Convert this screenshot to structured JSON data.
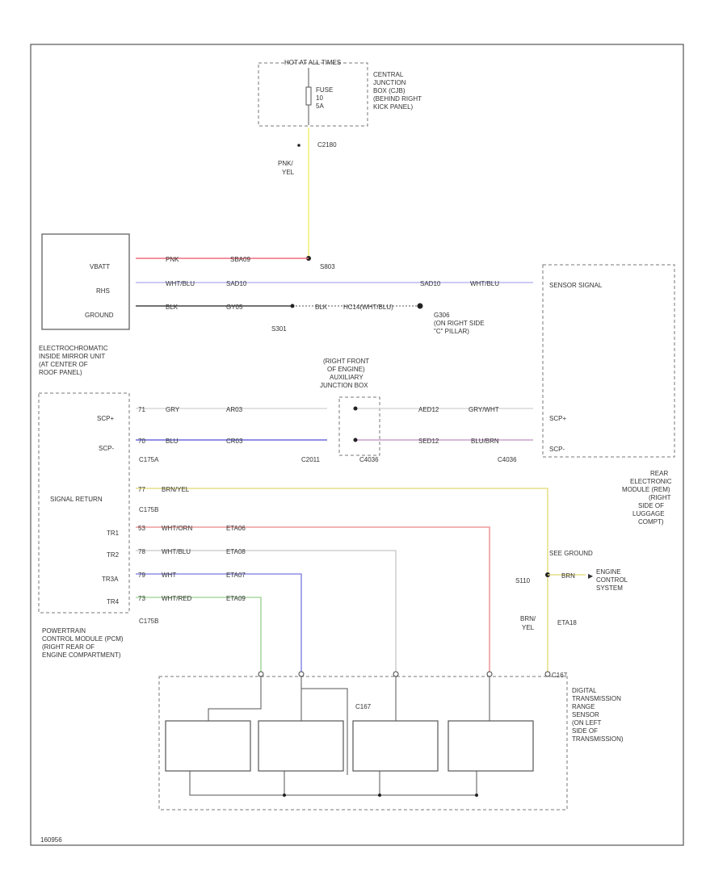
{
  "hot_at_all_times": "HOT AT ALL TIMES",
  "fuse_label": [
    "FUSE",
    "10",
    "5A"
  ],
  "cjb_label": [
    "CENTRAL",
    "JUNCTION",
    "BOX (CJB)",
    "(BEHIND RIGHT",
    "KICK PANEL)"
  ],
  "c2180": "C2180",
  "pnk_yel": [
    "PNK/",
    "YEL"
  ],
  "s803": "S803",
  "mirror_pins": [
    "VBATT",
    "RHS",
    "GROUND"
  ],
  "mirror_label": [
    "ELECTROCHROMATIC",
    "INSIDE MIRROR UNIT",
    "(AT CENTER OF",
    "ROOF PANEL)"
  ],
  "vbatt_wire": [
    "PNK",
    "SBA09"
  ],
  "rhs_wire_left": [
    "WHT/BLU",
    "SAD10"
  ],
  "rhs_wire_right": [
    "SAD10",
    "WHT/BLU"
  ],
  "gnd_wire": [
    "BLK",
    "GY05"
  ],
  "gnd_wire_right": [
    "BLK",
    "HC14(WHT/BLU)"
  ],
  "s301": "S301",
  "g306": [
    "G306",
    "(ON RIGHT SIDE",
    "\"C\" PILLAR)"
  ],
  "sensor_signal": "SENSOR SIGNAL",
  "junction_label": [
    "(RIGHT FRONT",
    "OF ENGINE)",
    "AUXILIARY",
    "JUNCTION BOX"
  ],
  "pcm_pins": [
    "SCP+",
    "SCP-",
    "SIGNAL RETURN",
    "TR1",
    "TR2",
    "TR3A",
    "TR4"
  ],
  "pcm_pin_nums": [
    "71",
    "70",
    "77",
    "53",
    "78",
    "79",
    "73"
  ],
  "scp_plus_wire": [
    "GRY",
    "AR03"
  ],
  "scp_minus_wire": [
    "BLU",
    "CR03"
  ],
  "c175a": "C175A",
  "c2011": "C2011",
  "c4036a": "C4036",
  "c4036b": "C4036",
  "scp_plus_right": [
    "AED12",
    "GRY/WHT"
  ],
  "scp_minus_right": [
    "SED12",
    "BLU/BRN"
  ],
  "rem_pins": [
    "SCP+",
    "SCP-"
  ],
  "rem_label": [
    "REAR",
    "ELECTRONIC",
    "MODULE (REM)",
    "(RIGHT",
    "SIDE OF",
    "LUGGAGE",
    "COMPT)"
  ],
  "sig_return_wire": "BRN/YEL",
  "c175b": "C175B",
  "tr1_wire": [
    "WHT/ORN",
    "ETA06"
  ],
  "tr2_wire": [
    "WHT/BLU",
    "ETA08"
  ],
  "tr3_wire": [
    "WHT",
    "ETA07"
  ],
  "tr4_wire": [
    "WHT/RED",
    "ETA09"
  ],
  "c175b2": "C175B",
  "see_ground": "SEE GROUND",
  "brn_label": "BRN",
  "engine_control": [
    "ENGINE",
    "CONTROL",
    "SYSTEM"
  ],
  "s110": "S110",
  "eta18": "ETA18",
  "brn_yel": [
    "BRN/",
    "YEL"
  ],
  "pcm_label": [
    "POWERTRAIN",
    "CONTROL MODULE (PCM)",
    "(RIGHT REAR OF",
    "ENGINE COMPARTMENT)"
  ],
  "trs_label": [
    "DIGITAL",
    "TRANSMISSION",
    "RANGE",
    "SENSOR",
    "(ON LEFT",
    "SIDE OF",
    "TRANSMISSION)"
  ],
  "c167": "C167",
  "c167b": "C167",
  "footer_code": "160956"
}
